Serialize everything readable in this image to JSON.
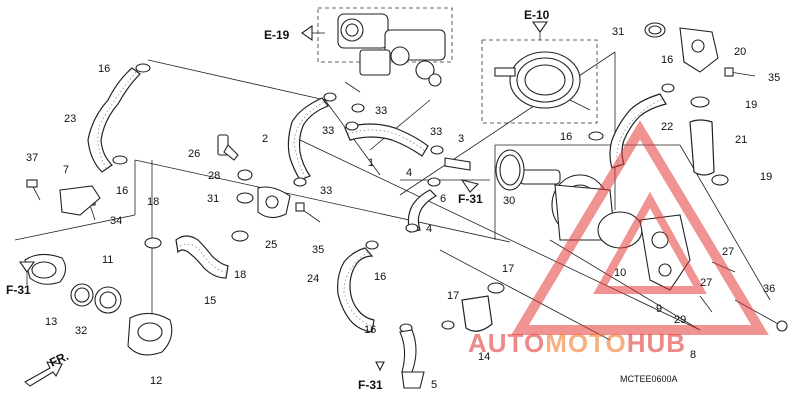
{
  "labels": {
    "p1": "1",
    "p2": "2",
    "p3": "3",
    "p4a": "4",
    "p4b": "4",
    "p5": "5",
    "p6": "6",
    "p7": "7",
    "p8": "8",
    "p9": "9",
    "p10": "10",
    "p11": "11",
    "p12": "12",
    "p13": "13",
    "p14": "14",
    "p15": "15",
    "p16a": "16",
    "p16b": "16",
    "p16c": "16",
    "p16d": "16",
    "p16e": "16",
    "p16f": "16",
    "p17a": "17",
    "p17b": "17",
    "p18a": "18",
    "p18b": "18",
    "p19a": "19",
    "p19b": "19",
    "p20": "20",
    "p21": "21",
    "p22": "22",
    "p23": "23",
    "p24": "24",
    "p25": "25",
    "p26": "26",
    "p27a": "27",
    "p27b": "27",
    "p28": "28",
    "p29": "29",
    "p30": "30",
    "p31a": "31",
    "p31b": "31",
    "p32": "32",
    "p33a": "33",
    "p33b": "33",
    "p33c": "33",
    "p33d": "33",
    "p34": "34",
    "p35a": "35",
    "p35b": "35",
    "p36": "36",
    "p37": "37"
  },
  "refs": {
    "e19": "E-19",
    "e10": "E-10",
    "f31a": "F-31",
    "f31b": "F-31",
    "f31c": "F-31"
  },
  "front_label": "FR.",
  "diagram_code": "MCTEE0600A",
  "watermark": {
    "brand_part1": "AUTO",
    "brand_part2": "MOTO",
    "brand_part3": "HUB",
    "color_red": "#e23b3b",
    "color_orange": "#f07a2b"
  }
}
